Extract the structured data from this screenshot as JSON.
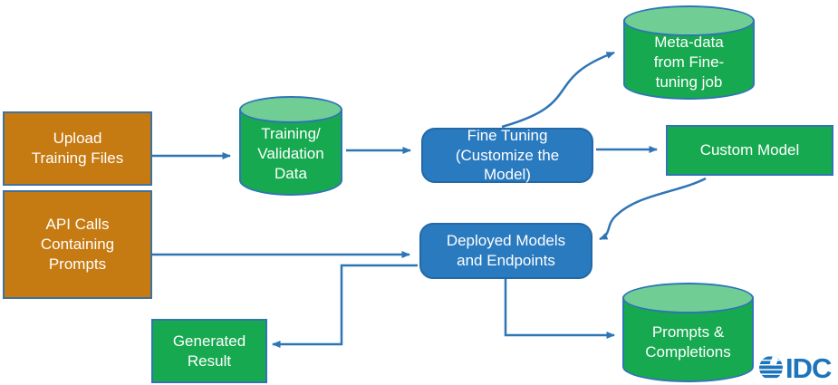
{
  "diagram": {
    "nodes": {
      "upload_training_files": {
        "label": "Upload\nTraining Files",
        "shape": "rectangle",
        "fill": "#C67A12"
      },
      "api_calls": {
        "label": "API Calls\nContaining\nPrompts",
        "shape": "rectangle",
        "fill": "#C67A12"
      },
      "training_validation_data": {
        "label": "Training/\nValidation\nData",
        "shape": "cylinder",
        "fill": "#17A94F"
      },
      "fine_tuning": {
        "label": "Fine Tuning\n(Customize the\nModel)",
        "shape": "rounded-rectangle",
        "fill": "#2A7ABF"
      },
      "metadata_fine_tuning_job": {
        "label": "Meta-data\nfrom Fine-\ntuning job",
        "shape": "cylinder",
        "fill": "#17A94F"
      },
      "custom_model": {
        "label": "Custom Model",
        "shape": "rectangle",
        "fill": "#17A94F"
      },
      "deployed_models": {
        "label": "Deployed Models\nand Endpoints",
        "shape": "rounded-rectangle",
        "fill": "#2A7ABF"
      },
      "prompts_completions": {
        "label": "Prompts &\nCompletions",
        "shape": "cylinder",
        "fill": "#17A94F"
      },
      "generated_result": {
        "label": "Generated\nResult",
        "shape": "rectangle",
        "fill": "#17A94F"
      }
    },
    "edges": [
      {
        "from": "Upload Training Files",
        "to": "Training/Validation Data"
      },
      {
        "from": "Training/Validation Data",
        "to": "Fine Tuning (Customize the Model)"
      },
      {
        "from": "Fine Tuning (Customize the Model)",
        "to": "Meta-data from Fine-tuning job"
      },
      {
        "from": "Fine Tuning (Customize the Model)",
        "to": "Custom Model"
      },
      {
        "from": "Custom Model",
        "to": "Deployed Models and Endpoints"
      },
      {
        "from": "API Calls Containing Prompts",
        "to": "Deployed Models and Endpoints"
      },
      {
        "from": "Deployed Models and Endpoints",
        "to": "Generated Result"
      },
      {
        "from": "Deployed Models and Endpoints",
        "to": "Prompts & Completions"
      }
    ],
    "colors": {
      "arrow": "#2E75B6",
      "orange_fill": "#C67A12",
      "green_fill": "#17A94F",
      "green_cap": "#70CE95",
      "blue_fill": "#2A7ABF",
      "text": "#FFFFFF",
      "logo_blue": "#1C75BC"
    },
    "logo": {
      "text": "IDC"
    }
  }
}
